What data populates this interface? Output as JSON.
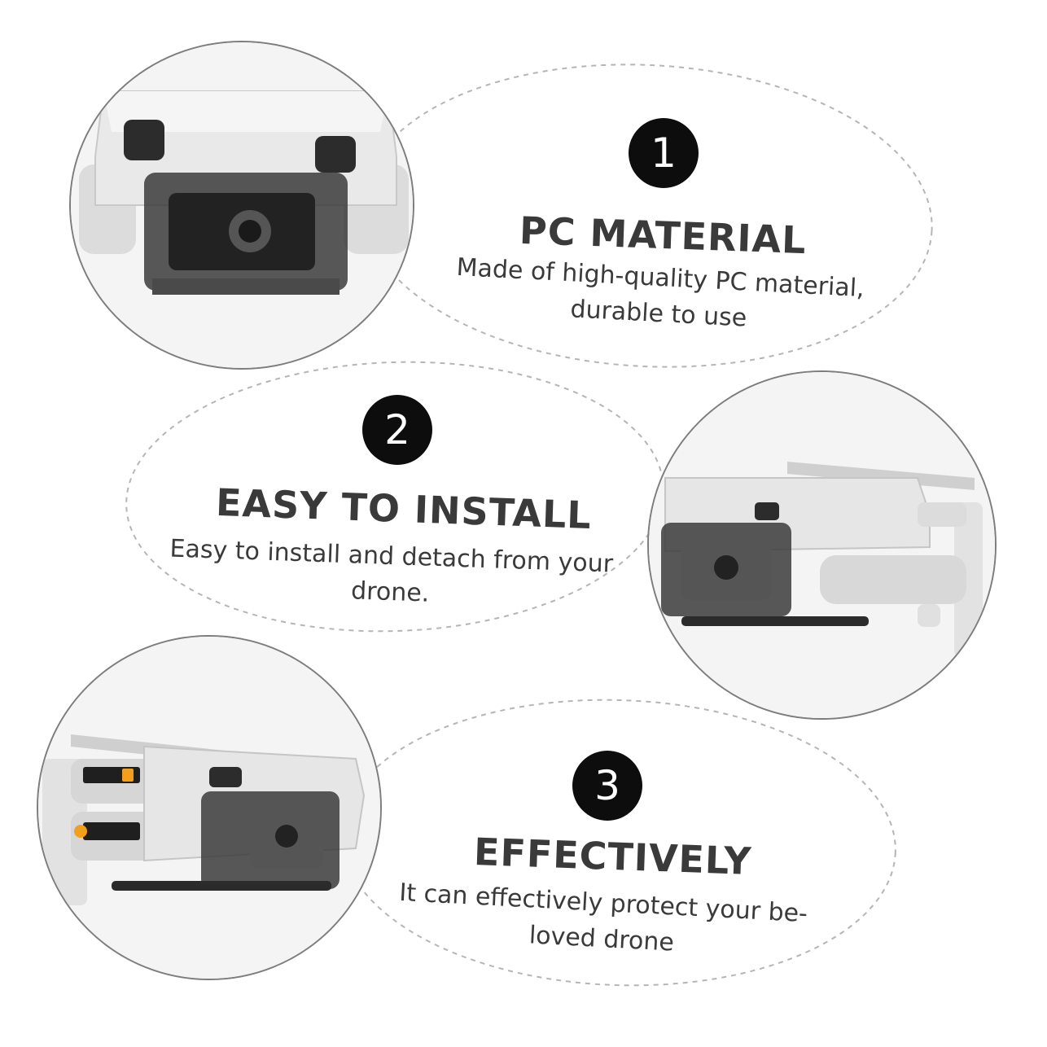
{
  "features": [
    {
      "number": "1",
      "title": "PC MATERIAL",
      "description": "Made of high-quality PC material, durable to use"
    },
    {
      "number": "2",
      "title": "EASY TO INSTALL",
      "description": "Easy to install and detach from your drone."
    },
    {
      "number": "3",
      "title": "EFFECTIVELY",
      "description": "It can effectively protect your be-loved drone"
    }
  ],
  "colors": {
    "badge": "#0d0d0d",
    "text": "#3a3a3a",
    "drone_body": "#e6e6e6",
    "lens_cover": "#3b3b3b",
    "label_orange": "#f29f1d"
  },
  "icons": [
    "drone-front-camera-photo",
    "drone-side-folded-photo",
    "drone-three-quarter-photo"
  ]
}
